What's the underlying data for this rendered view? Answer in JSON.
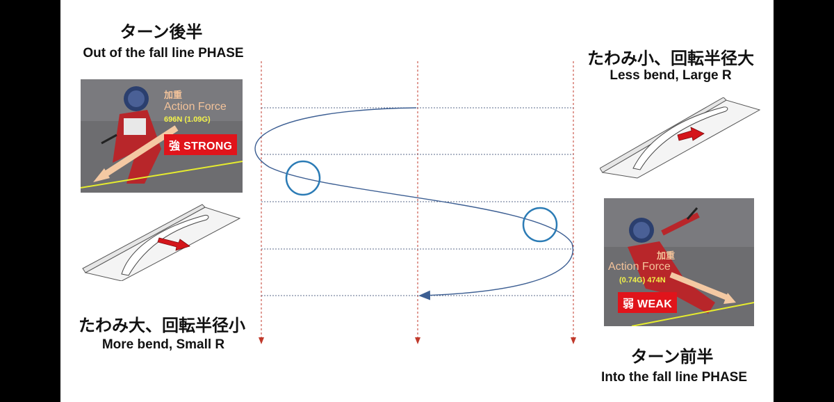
{
  "top_left": {
    "title_jp": "ターン後半",
    "title_en": "Out of the fall line PHASE"
  },
  "top_right": {
    "title_jp": "たわみ小、回転半径大",
    "title_en": "Less bend, Large R"
  },
  "bottom_left": {
    "title_jp": "たわみ大、回転半径小",
    "title_en": "More bend, Small R"
  },
  "bottom_right": {
    "title_jp": "ターン前半",
    "title_en": "Into the fall line PHASE"
  },
  "photo_strong": {
    "label_jp": "加重",
    "label_en": "Action Force",
    "value": "696N (1.09G)",
    "badge": "強 STRONG"
  },
  "photo_weak": {
    "label_jp": "加重",
    "label_en": "Action Force",
    "value": "(0.74G) 474N",
    "badge": "弱 WEAK"
  },
  "colors": {
    "badge_red": "#e0141b",
    "guide_red": "#c0392b",
    "path_blue": "#3d5f93",
    "circle_blue": "#2b7bb5",
    "force_label": "#f3c39a",
    "value_yellow": "#f2f24a"
  }
}
